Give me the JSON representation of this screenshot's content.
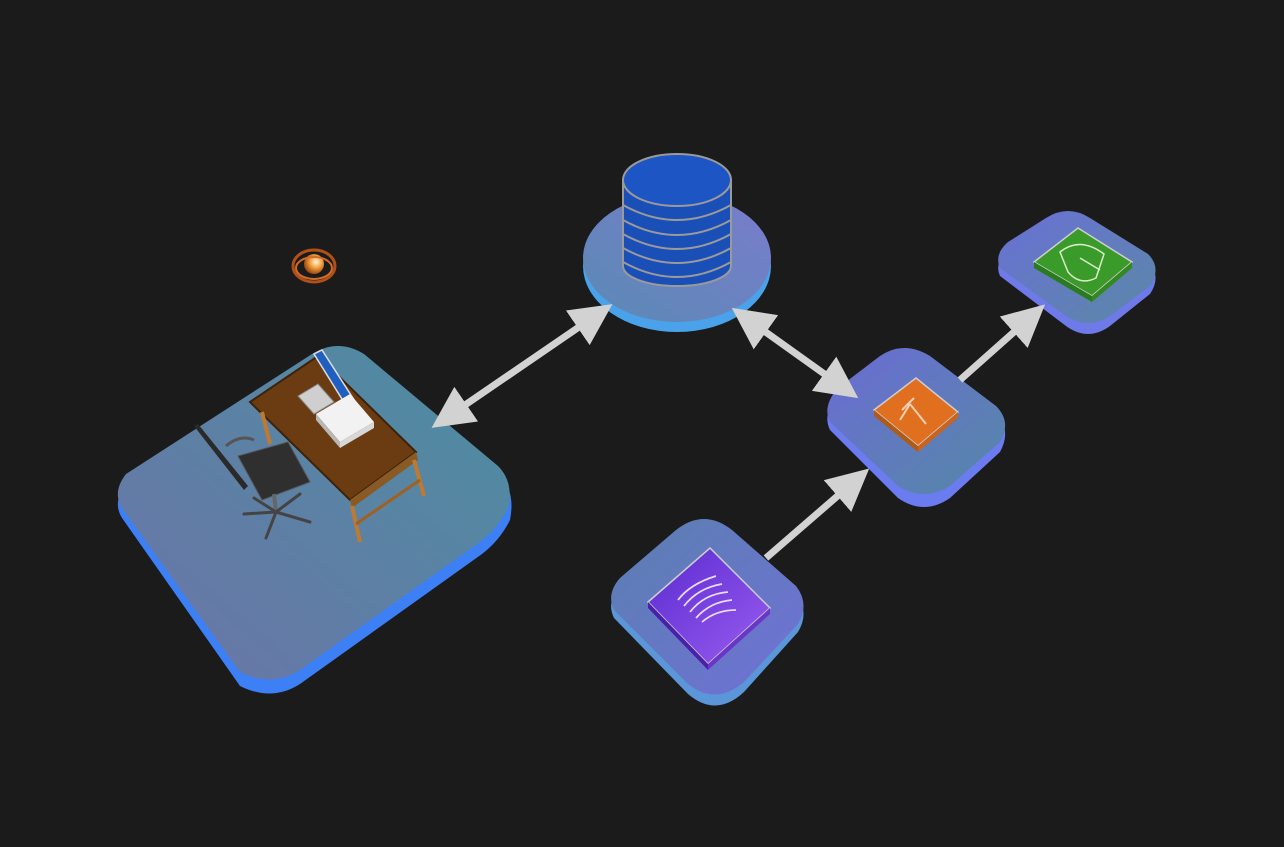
{
  "diagram": {
    "background": "#1b1b1c",
    "arrow_color": "#d2d2d2",
    "nodes": [
      {
        "id": "workspace",
        "label": "",
        "icon": "desk-chair-icon",
        "platform_colors": [
          "#6a78a6",
          "#4f8da3"
        ],
        "edge_color": "#3b7df0"
      },
      {
        "id": "database",
        "label": "",
        "icon": "database-icon",
        "platform_colors": [
          "#5d87b8",
          "#7a7cc8"
        ],
        "edge_color": "#4ea3e8",
        "accent": "#1b4fb8"
      },
      {
        "id": "lambda",
        "label": "",
        "icon": "lambda-icon",
        "platform_colors": [
          "#6a6fd0",
          "#5b7fa8"
        ],
        "edge_color": "#6a7df0",
        "accent": "#e07020"
      },
      {
        "id": "bucket",
        "label": "",
        "icon": "bucket-icon",
        "platform_colors": [
          "#6a72d4",
          "#5b86a8"
        ],
        "edge_color": "#6d7ae8",
        "accent": "#3a9a2a"
      },
      {
        "id": "stream",
        "label": "",
        "icon": "stream-icon",
        "platform_colors": [
          "#5b7fb0",
          "#6e74d2"
        ],
        "edge_color": "#5b96d8",
        "accent": "#7a40e0"
      }
    ],
    "edges": [
      {
        "from": "workspace",
        "to": "database",
        "direction": "both"
      },
      {
        "from": "database",
        "to": "lambda",
        "direction": "both"
      },
      {
        "from": "stream",
        "to": "lambda",
        "direction": "forward"
      },
      {
        "from": "lambda",
        "to": "bucket",
        "direction": "forward"
      }
    ],
    "decoration": {
      "icon": "planet-icon",
      "color": "#f0a040"
    }
  }
}
